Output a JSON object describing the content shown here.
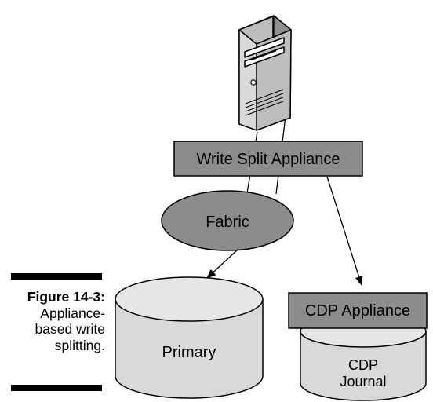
{
  "caption": {
    "figure_number": "Figure 14-3:",
    "lines": [
      "Appliance-",
      "based write",
      "splitting."
    ]
  },
  "diagram": {
    "nodes": {
      "server": {
        "icon": "server-tower-icon"
      },
      "write_split_appliance": {
        "label": "Write Split Appliance"
      },
      "fabric": {
        "label": "Fabric"
      },
      "primary": {
        "label": "Primary"
      },
      "cdp_appliance": {
        "label": "CDP Appliance"
      },
      "cdp_journal": {
        "label_lines": [
          "CDP",
          "Journal"
        ]
      }
    },
    "colors": {
      "box_fill": "#8c8c8c",
      "fabric_fill": "#8c8c8c",
      "cylinder_fill": "#d9d9d9",
      "cylinder_top": "#e6e6e6",
      "server_light": "#e8e8e8",
      "server_mid": "#bdbdbd",
      "server_dark": "#8f8f8f",
      "stroke": "#000000"
    }
  }
}
